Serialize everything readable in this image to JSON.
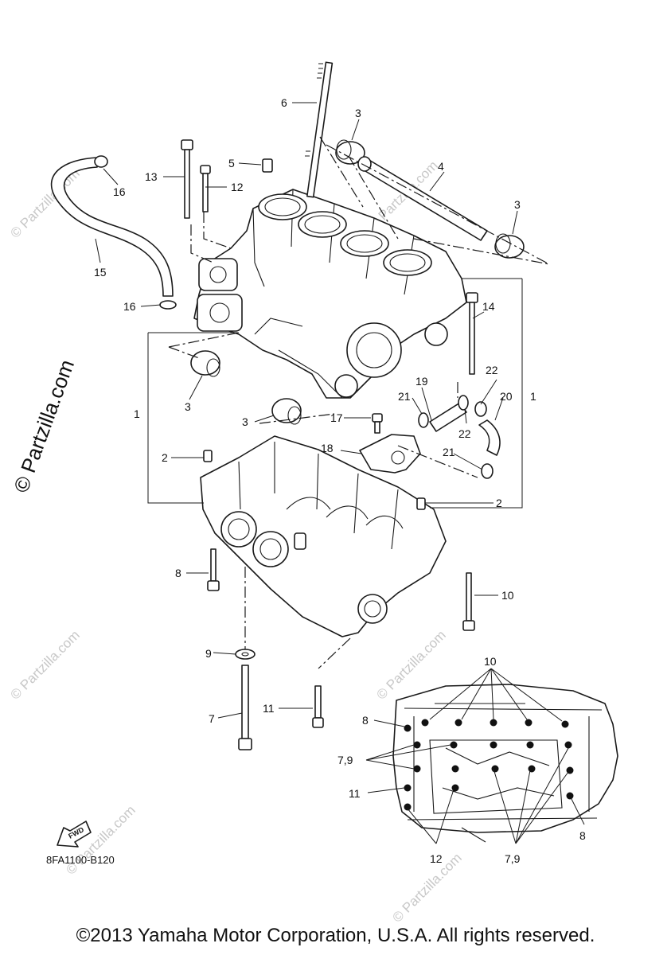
{
  "diagram": {
    "copyright": "©2013 Yamaha Motor Corporation, U.S.A. All rights reserved.",
    "diagram_code": "8FA1100-B120",
    "side_watermark": "© Partzilla.com",
    "bg_watermark": "© Partzilla.com",
    "fwd_label": "FWD",
    "callouts": {
      "c1a": "1",
      "c1b": "1",
      "c2a": "2",
      "c2b": "2",
      "c3a": "3",
      "c3b": "3",
      "c3c": "3",
      "c3d": "3",
      "c4": "4",
      "c5": "5",
      "c6": "6",
      "c7": "7",
      "c8": "8",
      "c9": "9",
      "c10": "10",
      "c11": "11",
      "c12": "12",
      "c13": "13",
      "c14": "14",
      "c15": "15",
      "c16a": "16",
      "c16b": "16",
      "c17": "17",
      "c18": "18",
      "c19": "19",
      "c20": "20",
      "c21a": "21",
      "c21b": "21",
      "c22a": "22",
      "c22b": "22"
    },
    "inset_callouts": {
      "i10": "10",
      "i8a": "8",
      "i79a": "7,9",
      "i11": "11",
      "i12": "12",
      "i79b": "7,9",
      "i8b": "8"
    }
  }
}
